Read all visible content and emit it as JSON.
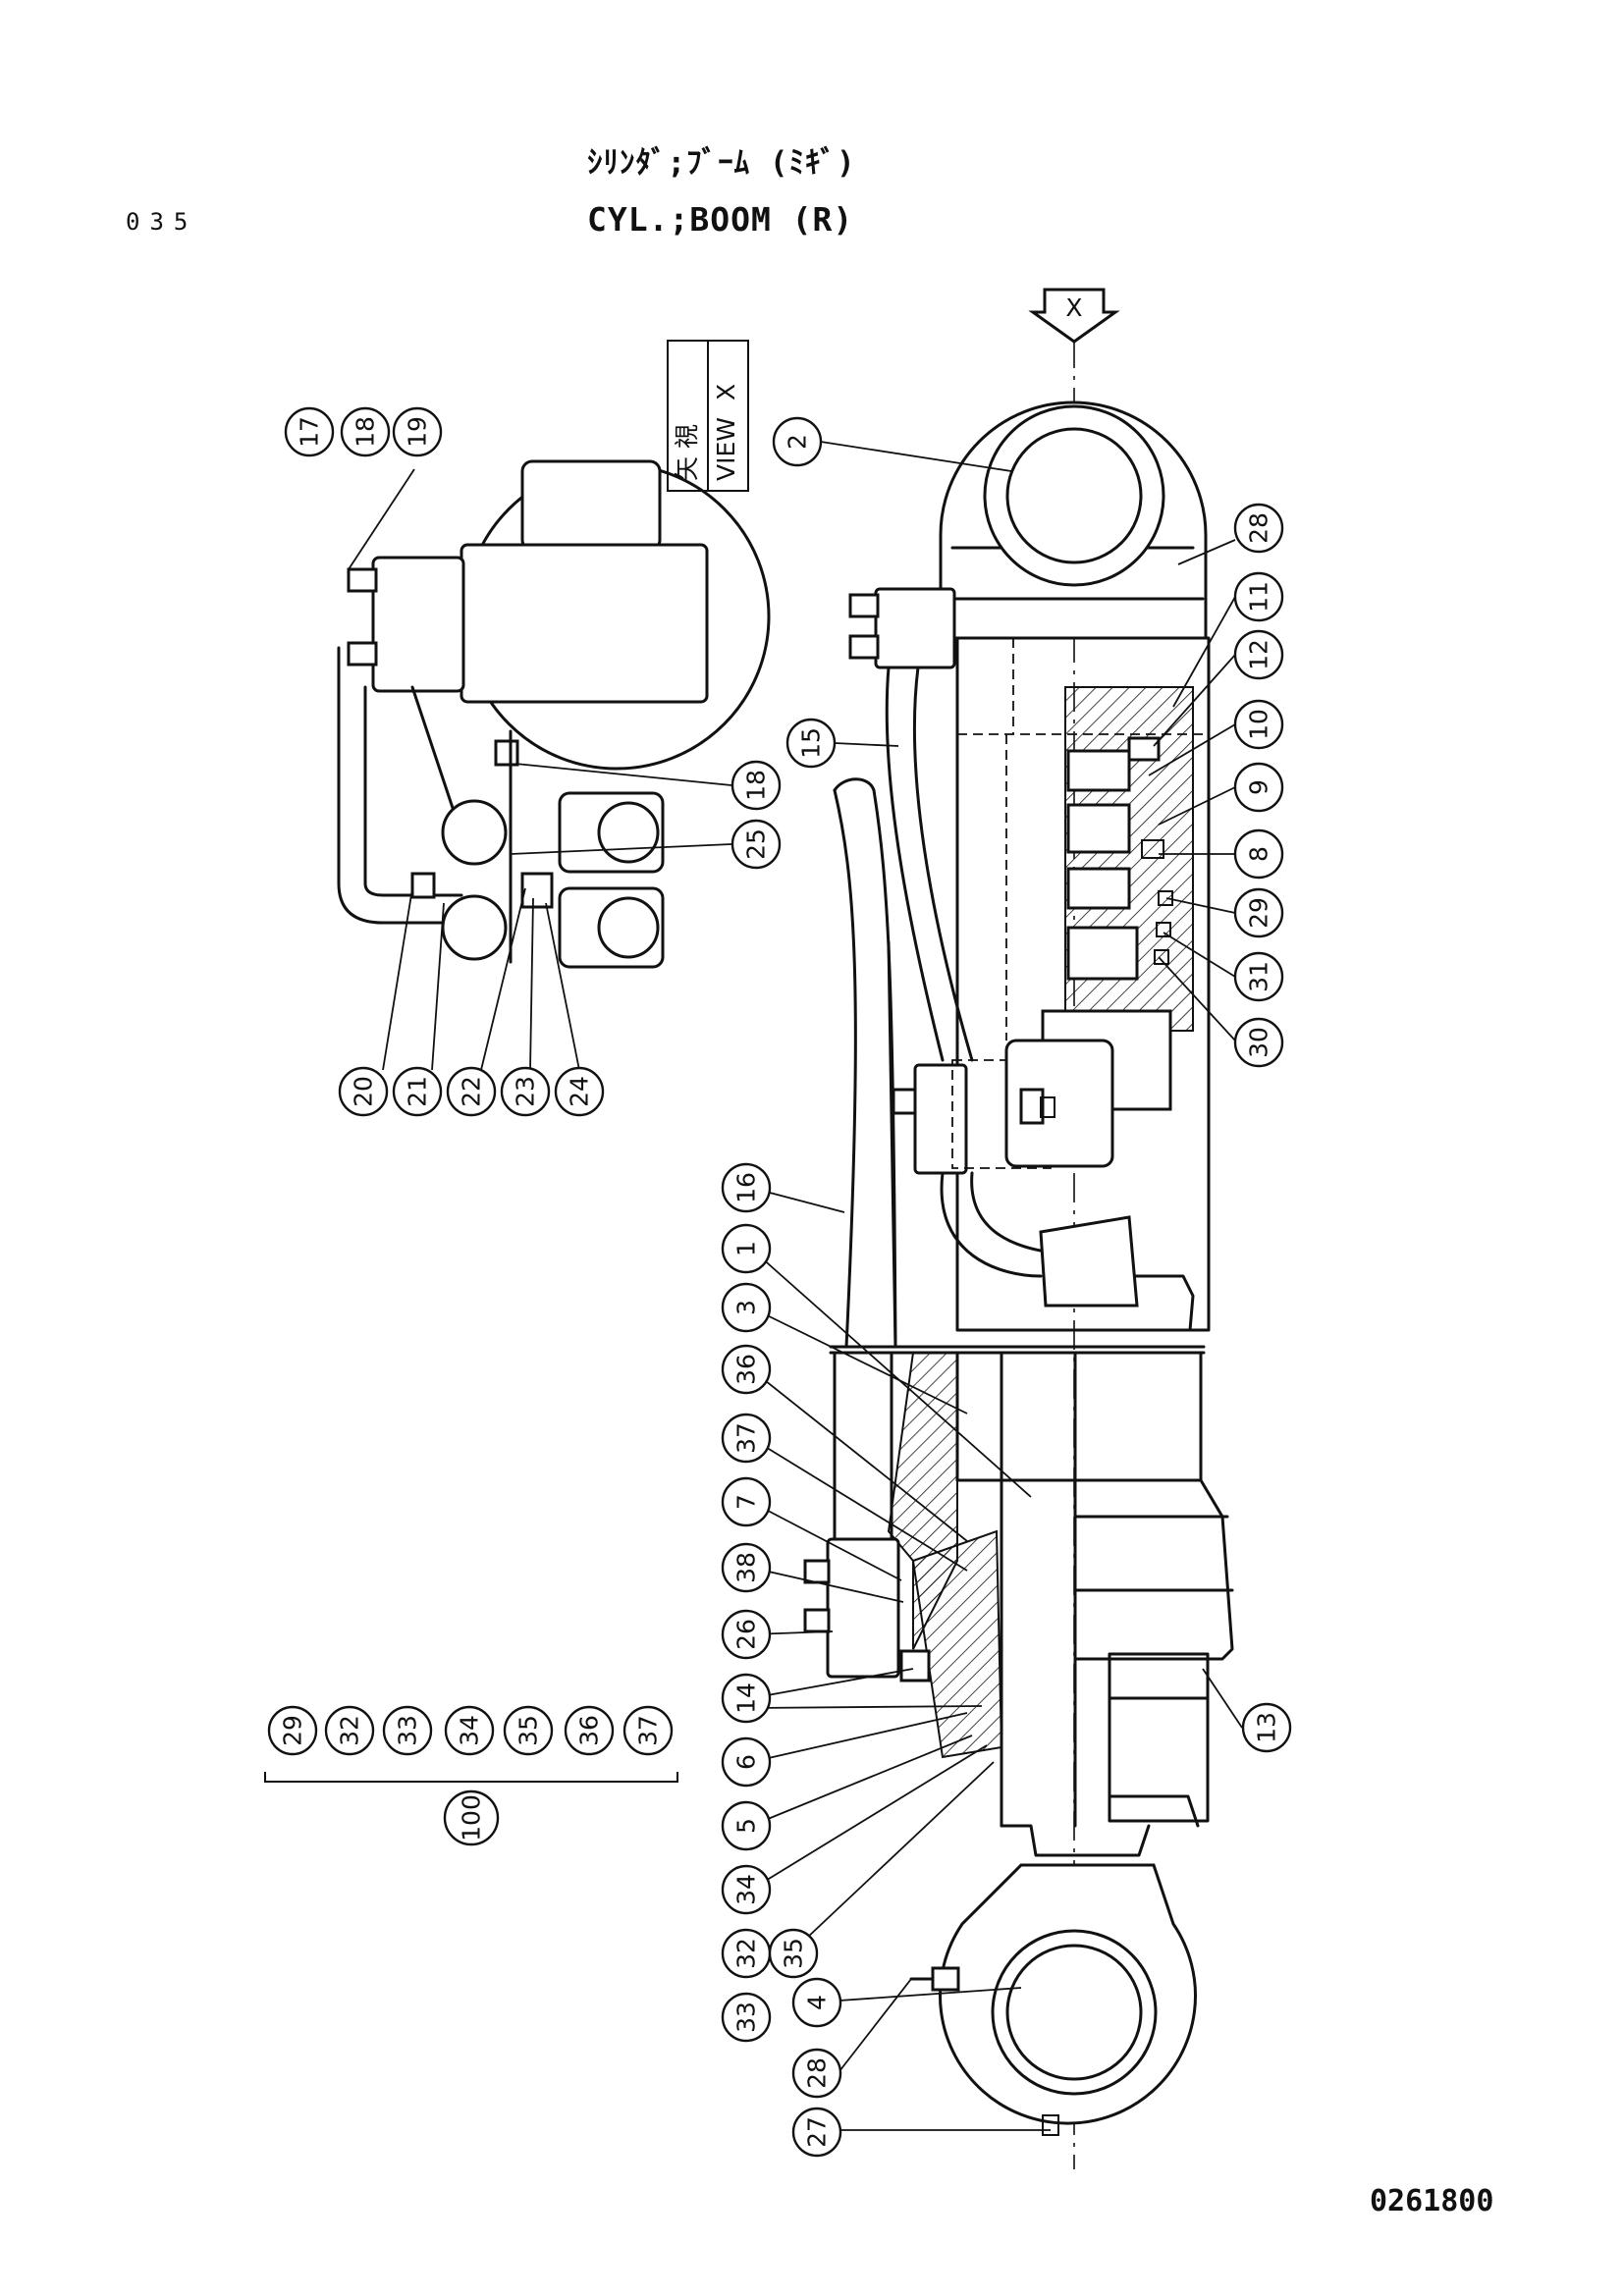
{
  "header": {
    "page_code": "035",
    "title_jp": "ｼﾘﾝﾀﾞ;ﾌﾞｰﾑ (ﾐｷﾞ)",
    "title_en": "CYL.;BOOM (R)"
  },
  "footer": {
    "drawing_number": "0261800"
  },
  "view_marker": {
    "arrow_label": "X",
    "view_jp": "矢 視",
    "view_en": "VIEW",
    "view_letter": "X"
  },
  "kit": {
    "items": [
      "29",
      "32",
      "33",
      "34",
      "35",
      "36",
      "37"
    ],
    "kit_number": "100"
  },
  "callouts": {
    "view_x": [
      "17",
      "18",
      "19",
      "18",
      "25",
      "20",
      "21",
      "22",
      "23",
      "24"
    ],
    "right_column": [
      "28",
      "11",
      "12",
      "10",
      "9",
      "8",
      "29",
      "31",
      "30"
    ],
    "top_left": [
      "2",
      "15"
    ],
    "bottom_column": [
      "16",
      "1",
      "3",
      "36",
      "37",
      "7",
      "38",
      "26",
      "14",
      "6",
      "5",
      "34",
      "32",
      "33",
      "35",
      "4",
      "28",
      "27"
    ],
    "right_bottom": [
      "13"
    ]
  }
}
